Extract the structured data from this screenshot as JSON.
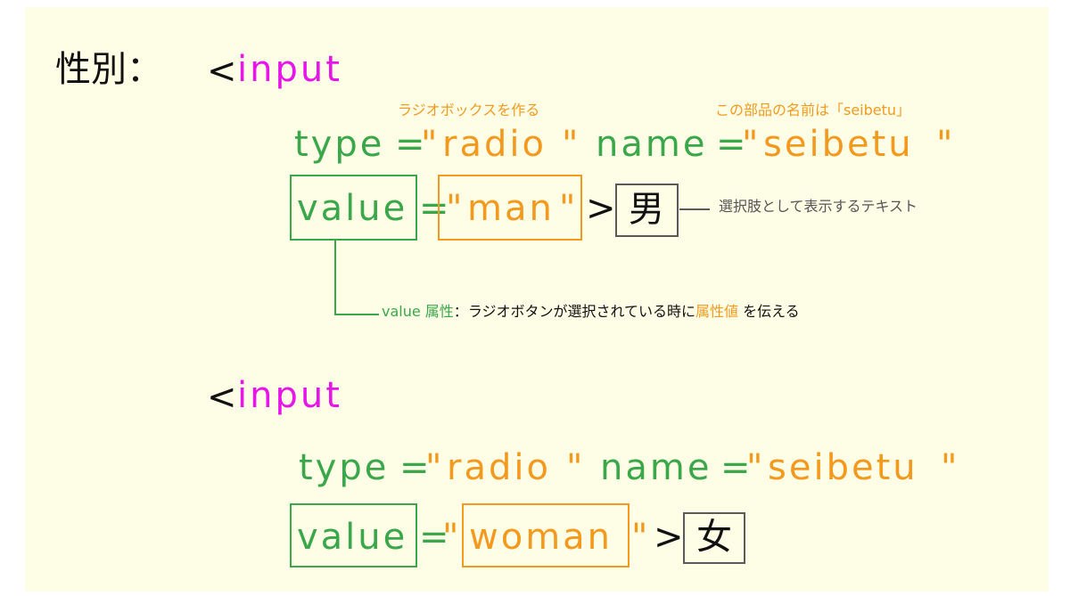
{
  "block1": {
    "label": "性別：",
    "open": "<",
    "tag": "input",
    "type_attr": "type",
    "eq": "=",
    "quote": "\"",
    "type_val": "radio",
    "name_attr": "name",
    "name_val": "seibetu",
    "value_attr": "value",
    "value_val": "man",
    "gt": ">",
    "display_text": "男",
    "annotations": {
      "type": "ラジオボックスを作る",
      "name": "この部品の名前は「seibetu」",
      "display": "選択肢として表示するテキスト",
      "value_prefix": "value 属性",
      "value_colon": "：",
      "value_mid": "ラジオボタンが選択されている時に",
      "value_attrval": "属性値",
      "value_suffix": " を伝える"
    }
  },
  "block2": {
    "open": "<",
    "tag": "input",
    "type_attr": "type",
    "eq": "=",
    "quote": "\"",
    "type_val": "radio",
    "name_attr": "name",
    "name_val": "seibetu",
    "value_attr": "value",
    "value_val": "woman",
    "gt": ">",
    "display_text": "女"
  },
  "colors": {
    "tag": "#e815e8",
    "attribute": "#3aa84a",
    "value": "#f39a1e",
    "text": "#111111",
    "note": "#555555"
  }
}
